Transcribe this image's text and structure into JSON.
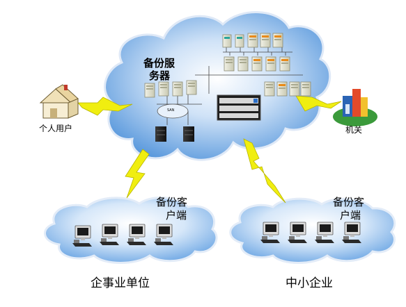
{
  "labels": {
    "backup_server": "备份服务器",
    "backup_server_line1": "备份服",
    "backup_server_line2": "务器",
    "san": "SAN",
    "personal_user": "个人用户",
    "government": "机关",
    "backup_client_left_line1": "备份客",
    "backup_client_left_line2": "户端",
    "backup_client_right_line1": "备份客",
    "backup_client_right_line2": "户端",
    "enterprise": "企事业单位",
    "sme": "中小企业"
  },
  "colors": {
    "cloud_fill": "#6fa8e6",
    "cloud_edge": "#c9def5",
    "lightning": "#e8e600",
    "server_body": "#d8d8c4",
    "server_accent": "#e88a1a"
  },
  "icons": [
    "house-icon",
    "building-icon",
    "server-icon",
    "computer-icon",
    "lightning-icon",
    "rack-icon",
    "storage-array-icon"
  ]
}
